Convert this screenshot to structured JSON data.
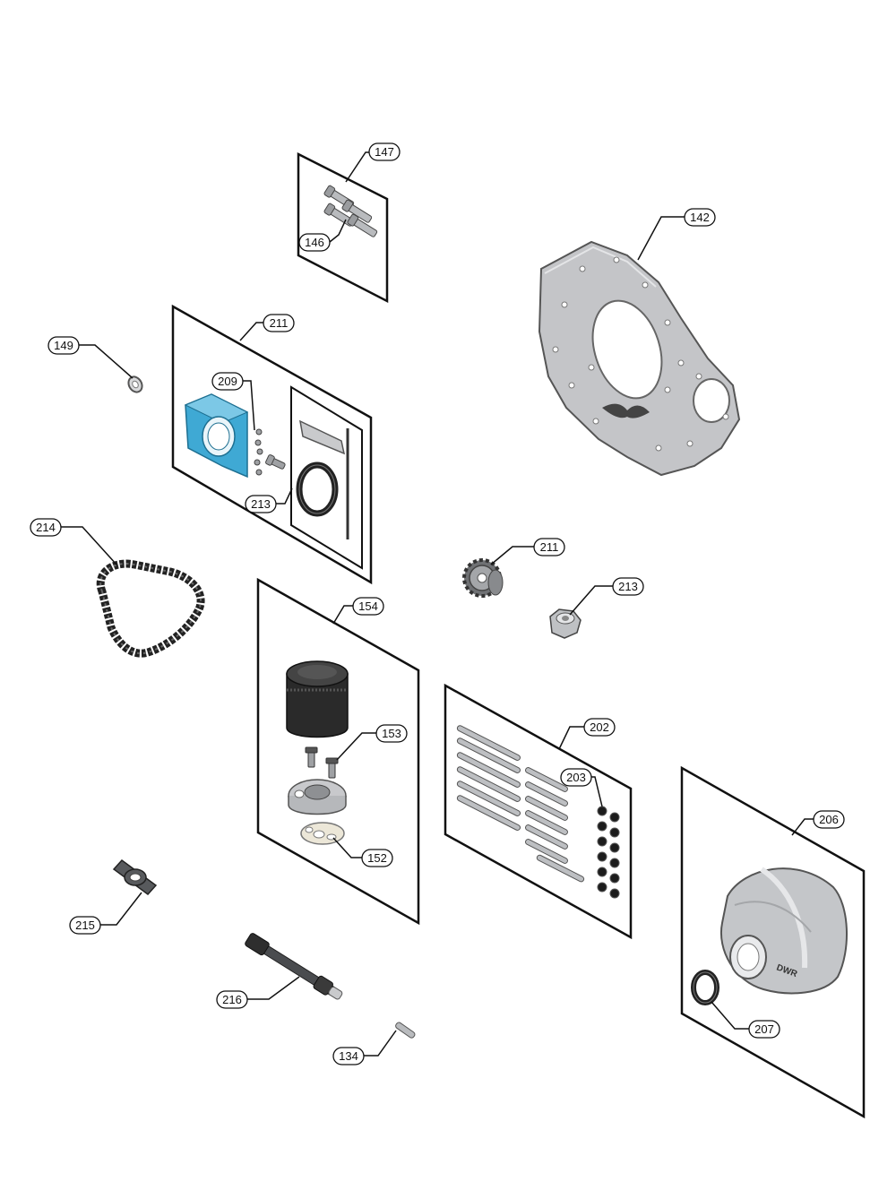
{
  "diagram": {
    "type": "exploded-parts-diagram",
    "colors": {
      "line": "#111111",
      "metal": "#c9cacc",
      "metal_dark": "#8e9093",
      "highlight": "#3fa9d4",
      "filter": "#2a2a2a",
      "gasket": "#ece7d8"
    },
    "callouts": {
      "c147": "147",
      "c146": "146",
      "c142": "142",
      "c211a": "211",
      "c149": "149",
      "c209": "209",
      "c213a": "213",
      "c214": "214",
      "c211b": "211",
      "c213b": "213",
      "c154": "154",
      "c153": "153",
      "c152": "152",
      "c202": "202",
      "c203": "203",
      "c206": "206",
      "c207": "207",
      "c215": "215",
      "c216": "216",
      "c134": "134"
    },
    "parts": [
      "adaptor-plate",
      "bolt-kit",
      "seal-housing-kit",
      "ring-terminal",
      "timing-chain",
      "sprocket",
      "lock-nut",
      "oil-filter-kit",
      "stud-kit",
      "bellhousing",
      "seal",
      "gasket-flange",
      "drive-shaft",
      "dowel-pin"
    ]
  }
}
